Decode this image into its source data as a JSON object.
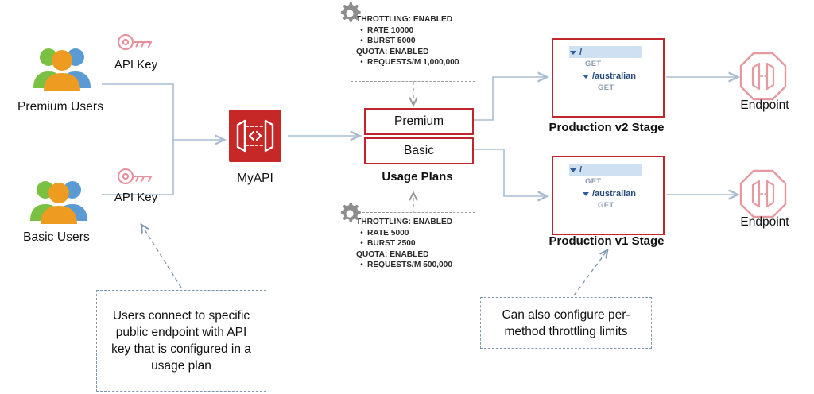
{
  "diagram": {
    "title": "AWS API Gateway usage plans and API keys architecture",
    "colors": {
      "aws_red": "#c0272d",
      "key_pink": "#e8909b",
      "endpoint_pink": "#e59aa2",
      "wire_blue": "#a8bdd1",
      "tree_blue": "#24497a",
      "tree_select_bg": "#cfe0f2",
      "dashed_gray": "#9a9a9a",
      "callout_border": "#7f97b5",
      "people_green": "#7ac143",
      "people_blue": "#5b9bd5",
      "people_orange": "#ed9b21"
    },
    "actors": [
      {
        "id": "premium-users",
        "label": "Premium Users",
        "key_label": "API Key"
      },
      {
        "id": "basic-users",
        "label": "Basic Users",
        "key_label": "API Key"
      }
    ],
    "api": {
      "label": "MyAPI",
      "icon": "api-gateway-icon"
    },
    "usage_plans": {
      "group_label": "Usage Plans",
      "plans": [
        {
          "id": "premium",
          "label": "Premium"
        },
        {
          "id": "basic",
          "label": "Basic"
        }
      ]
    },
    "config_boxes": [
      {
        "id": "premium-config",
        "icon": "gear-icon",
        "lines": [
          {
            "type": "header",
            "text": "THROTTLING: ENABLED"
          },
          {
            "type": "bullet",
            "text": "RATE 10000"
          },
          {
            "type": "bullet",
            "text": "BURST 5000"
          },
          {
            "type": "header",
            "text": "QUOTA: ENABLED"
          },
          {
            "type": "bullet",
            "text": "REQUESTS/M 1,000,000"
          }
        ]
      },
      {
        "id": "basic-config",
        "icon": "gear-icon",
        "lines": [
          {
            "type": "header",
            "text": "THROTTLING: ENABLED"
          },
          {
            "type": "bullet",
            "text": "RATE 5000"
          },
          {
            "type": "bullet",
            "text": "BURST 2500"
          },
          {
            "type": "header",
            "text": "QUOTA: ENABLED"
          },
          {
            "type": "bullet",
            "text": "REQUESTS/M 500,000"
          }
        ]
      }
    ],
    "stages": [
      {
        "id": "production-v2",
        "label": "Production v2 Stage",
        "tree": [
          {
            "label": "/",
            "caret": true,
            "selected": true,
            "indent": 0
          },
          {
            "label": "GET",
            "method": true,
            "indent": 1
          },
          {
            "label": "/australian",
            "caret": true,
            "indent": 1
          },
          {
            "label": "GET",
            "method": true,
            "indent": 2
          }
        ]
      },
      {
        "id": "production-v1",
        "label": "Production v1 Stage",
        "tree": [
          {
            "label": "/",
            "caret": true,
            "selected": true,
            "indent": 0
          },
          {
            "label": "GET",
            "method": true,
            "indent": 1
          },
          {
            "label": "/australian",
            "caret": true,
            "indent": 1
          },
          {
            "label": "GET",
            "method": true,
            "indent": 2
          }
        ]
      }
    ],
    "endpoints": [
      {
        "id": "endpoint-v2",
        "label": "Endpoint"
      },
      {
        "id": "endpoint-v1",
        "label": "Endpoint"
      }
    ],
    "annotations": [
      {
        "id": "usage-plan-note",
        "text": "Users connect to specific public endpoint with API key that is configured in a usage plan"
      },
      {
        "id": "throttling-note",
        "text": "Can also configure per-method throttling limits"
      }
    ]
  }
}
